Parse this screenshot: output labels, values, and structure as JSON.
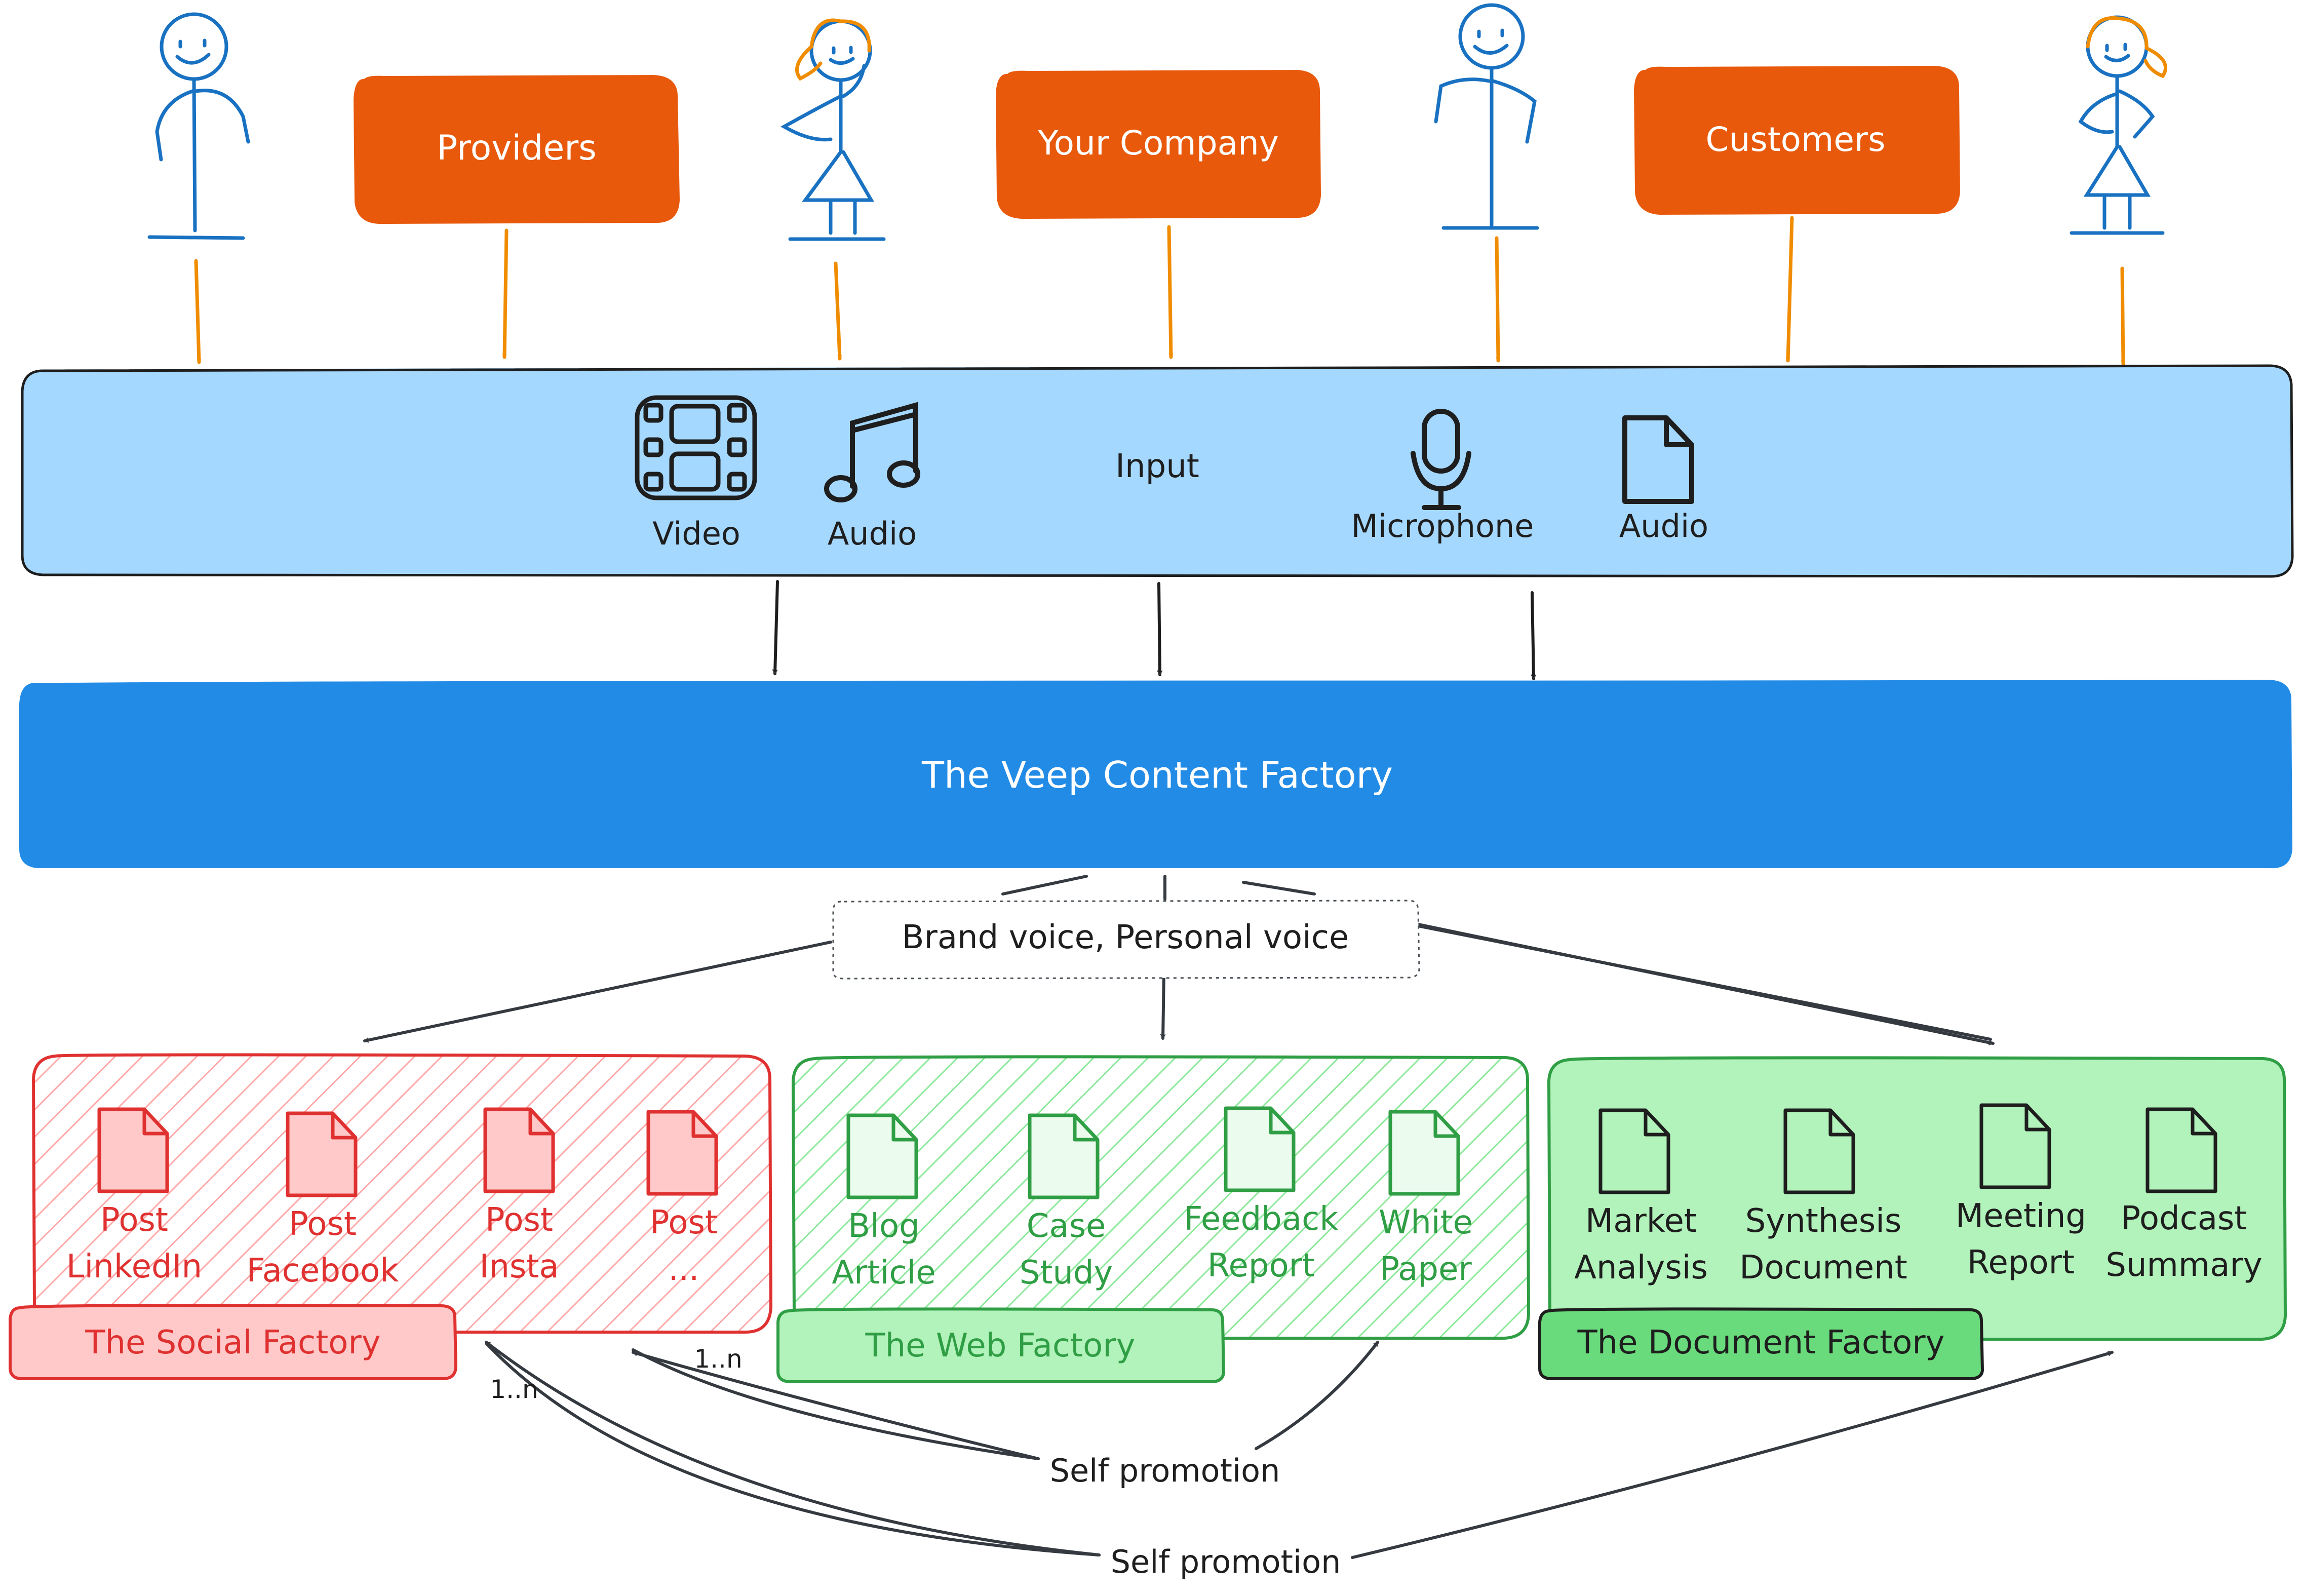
{
  "colors": {
    "orange": "#e8590c",
    "arrow_orange": "#f08c00",
    "figure_blue": "#1971c2",
    "hair_orange": "#f08c00",
    "input_fill": "#a5d8ff",
    "factory_blue": "#228be6",
    "red": "#e03131",
    "red_fill": "#ffc9c9",
    "green": "#2f9e44",
    "green_fill": "#b2f2bb",
    "doc_green": "#69db7c",
    "ink": "#1e1e1e"
  },
  "top_boxes": {
    "providers": "Providers",
    "company": "Your Company",
    "customers": "Customers"
  },
  "input": {
    "title": "Input",
    "items": [
      {
        "label": "Video",
        "icon": "film-icon"
      },
      {
        "label": "Audio",
        "icon": "music-note-icon"
      },
      {
        "label": "Microphone",
        "icon": "microphone-icon"
      },
      {
        "label": "Audio",
        "icon": "document-icon"
      }
    ]
  },
  "factory": {
    "title": "The Veep Content Factory"
  },
  "voice": {
    "label": "Brand voice, Personal voice"
  },
  "social": {
    "title": "The Social Factory",
    "items": [
      {
        "line1": "Post",
        "line2": "LinkedIn"
      },
      {
        "line1": "Post",
        "line2": "Facebook"
      },
      {
        "line1": "Post",
        "line2": "Insta"
      },
      {
        "line1": "Post",
        "line2": "..."
      }
    ]
  },
  "web": {
    "title": "The Web Factory",
    "items": [
      {
        "line1": "Blog",
        "line2": "Article"
      },
      {
        "line1": "Case",
        "line2": "Study"
      },
      {
        "line1": "Feedback",
        "line2": "Report"
      },
      {
        "line1": "White",
        "line2": "Paper"
      }
    ]
  },
  "document": {
    "title": "The Document Factory",
    "items": [
      {
        "line1": "Market",
        "line2": "Analysis"
      },
      {
        "line1": "Synthesis",
        "line2": "Document"
      },
      {
        "line1": "Meeting",
        "line2": "Report"
      },
      {
        "line1": "Podcast",
        "line2": "Summary"
      }
    ]
  },
  "bottom": {
    "self_promo_1": "Self promotion",
    "self_promo_2": "Self promotion",
    "mult_1": "1..n",
    "mult_2": "1..n"
  }
}
